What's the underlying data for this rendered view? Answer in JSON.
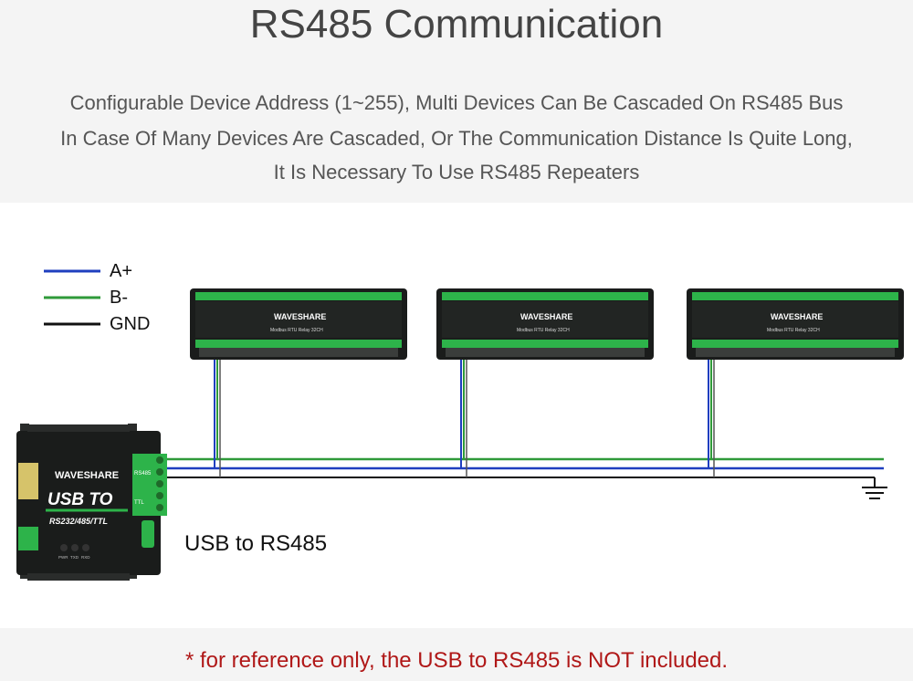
{
  "header": {
    "title": "RS485 Communication",
    "lines": [
      "Configurable Device Address (1~255), Multi Devices Can Be Cascaded On RS485 Bus",
      "In Case Of Many Devices Are Cascaded, Or The Communication Distance Is Quite Long,",
      "It Is Necessary To Use RS485 Repeaters"
    ]
  },
  "legend": [
    {
      "label": "A+",
      "color": "#1f3fbf"
    },
    {
      "label": "B-",
      "color": "#2f9a3a"
    },
    {
      "label": "GND",
      "color": "#111111"
    }
  ],
  "relay_modules": {
    "brand": "WAVESHARE",
    "model": "Modbus RTU Relay 32CH"
  },
  "converter": {
    "brand": "WAVESHARE",
    "line1": "USB TO",
    "line2": "RS232/485/TTL",
    "port_label": "RS485",
    "ttl_label": "TTL",
    "leds": [
      "PWR",
      "TXD",
      "RXD"
    ],
    "caption": "USB to RS485"
  },
  "footer_note": "* for reference only, the USB to RS485 is NOT included.",
  "colors": {
    "module_body": "#1a1c1b",
    "terminal_green": "#2db34a",
    "footer_red": "#b01818"
  }
}
